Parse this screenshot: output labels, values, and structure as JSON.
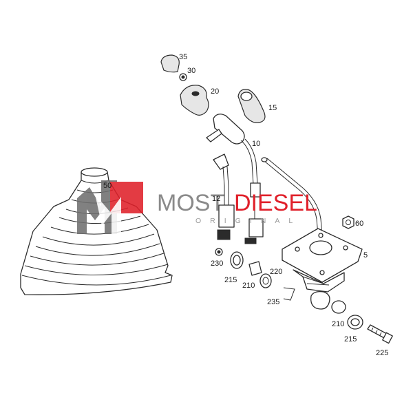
{
  "watermark": {
    "brand_part1": "MOST",
    "brand_part2": "DIESEL",
    "subtitle": "ORIGINAL",
    "colors": {
      "gray": "#8a8a8a",
      "red": "#e0202a"
    }
  },
  "callouts": {
    "c35": "35",
    "c30": "30",
    "c20": "20",
    "c15": "15",
    "c10": "10",
    "c12": "12",
    "c50": "50",
    "c60": "60",
    "c5": "5",
    "c230": "230",
    "c215a": "215",
    "c210a": "210",
    "c220": "220",
    "c235": "235",
    "c210b": "210",
    "c215b": "215",
    "c225": "225"
  }
}
